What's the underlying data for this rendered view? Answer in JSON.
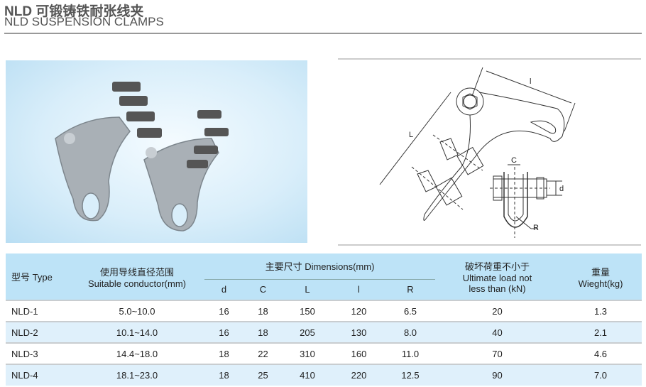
{
  "title_cn": "NLD 可锻铸铁耐张线夹",
  "title_en": "NLD SUSPENSION CLAMPS",
  "diagram": {
    "labels": {
      "l": "l",
      "L": "L",
      "C": "C",
      "d": "d",
      "R": "R"
    }
  },
  "table": {
    "headers": {
      "type": "型号 Type",
      "conductor_cn": "使用导线直径范围",
      "conductor_en": "Suitable conductor(mm)",
      "dims": "主要尺寸 Dimensions(mm)",
      "d": "d",
      "C": "C",
      "L": "L",
      "l": "l",
      "R": "R",
      "load_cn": "破坏荷重不小于",
      "load_en1": "Ultimate load not",
      "load_en2": "less than (kN)",
      "weight_cn": "重量",
      "weight_en": "Wieght(kg)"
    },
    "rows": [
      [
        "NLD-1",
        "5.0~10.0",
        "16",
        "18",
        "150",
        "120",
        "6.5",
        "20",
        "1.3"
      ],
      [
        "NLD-2",
        "10.1~14.0",
        "16",
        "18",
        "205",
        "130",
        "8.0",
        "40",
        "2.1"
      ],
      [
        "NLD-3",
        "14.4~18.0",
        "18",
        "22",
        "310",
        "160",
        "11.0",
        "70",
        "4.6"
      ],
      [
        "NLD-4",
        "18.1~23.0",
        "18",
        "25",
        "410",
        "220",
        "12.5",
        "90",
        "7.0"
      ]
    ]
  }
}
